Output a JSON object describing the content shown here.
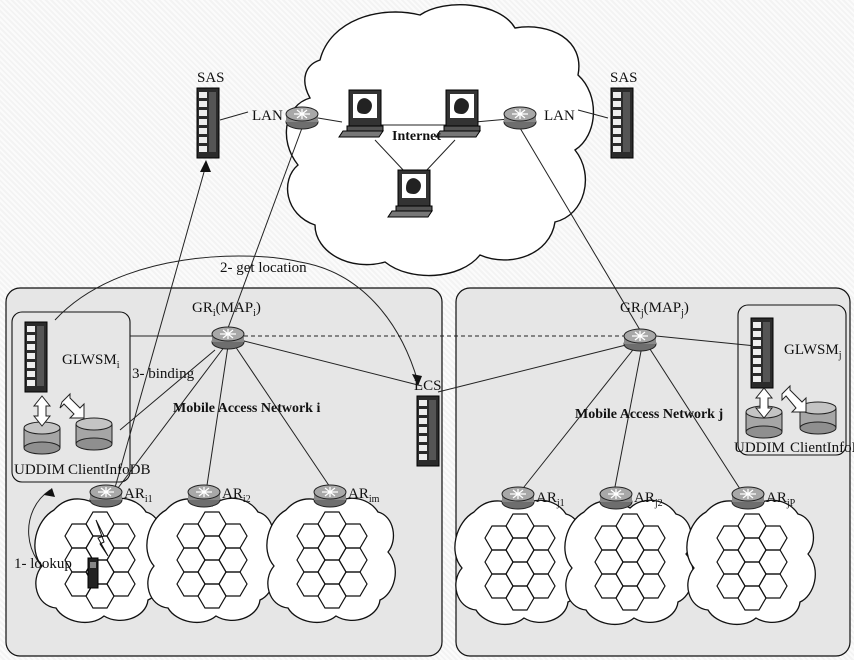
{
  "labels": {
    "sas": "SAS",
    "lan": "LAN",
    "internet": "Internet",
    "get_location": "2- get location",
    "binding": "3- binding",
    "lookup": "1- lookup",
    "lcs": "LCS",
    "gr_i": "GR",
    "gr_i_sub": "i",
    "map_i": "(MAP",
    "map_i_close": ")",
    "gr_j": "GR",
    "gr_j_sub": "j",
    "map_j": "(MAP",
    "map_j_close": ")",
    "glwsm": "GLWSM",
    "glwsm_i_sub": "i",
    "glwsm_j_sub": "j",
    "uddim": "UDDIM",
    "clientinfodb": "ClientInfoDB",
    "man_i": "Mobile Access Network i",
    "man_j": "Mobile Access Network j",
    "ar": "AR",
    "ar_i1_sub": "i1",
    "ar_i2_sub": "i2",
    "ar_im_sub": "im",
    "ar_j1_sub": "j1",
    "ar_j2_sub": "j2",
    "ar_jp_sub": "jP"
  },
  "colors": {
    "network_box": "#e6e6e6",
    "router": "#9a9a9a",
    "server": "#2b2b2b",
    "db": "#a6a6a6",
    "line": "#222222"
  },
  "icons": [
    "router-icon",
    "server-rack-icon",
    "computer-icon",
    "database-icon",
    "cloud-icon",
    "hexagon-cell-icon",
    "mobile-device-icon"
  ]
}
